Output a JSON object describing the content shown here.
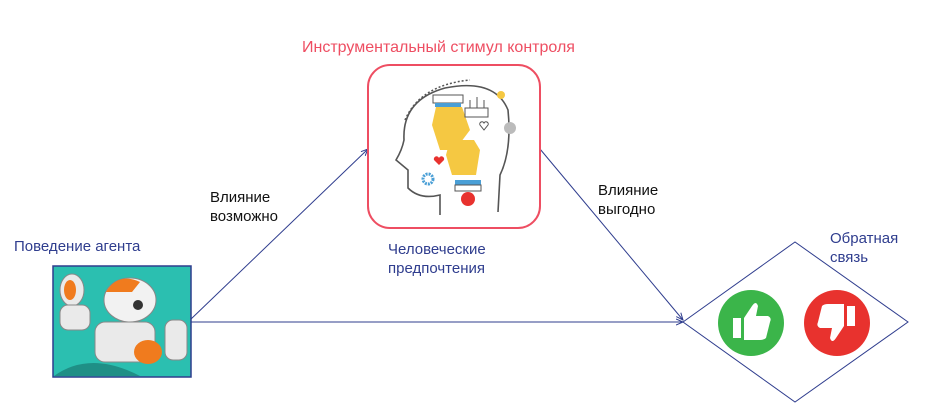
{
  "title": "Инструментальный стимул контроля",
  "left_edge_label": [
    "Влияние",
    "возможно"
  ],
  "right_edge_label": [
    "Влияние",
    "выгодно"
  ],
  "agent_label": "Поведение агента",
  "human_label": [
    "Человеческие",
    "предпочтения"
  ],
  "feedback_label": [
    "Обратная",
    "связь"
  ],
  "colors": {
    "title": "#ee4e62",
    "node_text": "#2f3d8e",
    "lines": "#2f3d8e",
    "thumb_up": "#3bb54a",
    "thumb_down": "#e8322e"
  },
  "icons": [
    "robot-image",
    "human-head-hands-icon",
    "thumbs-up-icon",
    "thumbs-down-icon"
  ]
}
